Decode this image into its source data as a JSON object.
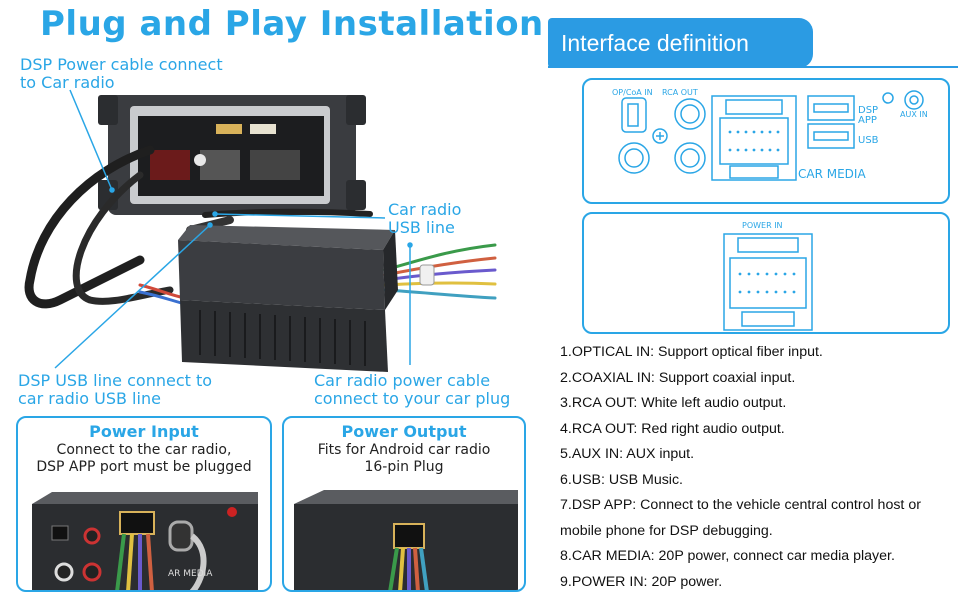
{
  "title": "Plug and Play Installation",
  "callouts": {
    "dsp_power": "DSP Power cable connect\nto Car radio",
    "usb_line": "Car radio\nUSB line",
    "dsp_usb": "DSP USB line connect to\ncar radio USB line",
    "power_cable": "Car radio power cable\nconnect to your car plug"
  },
  "power_input": {
    "title": "Power Input",
    "text": "Connect to the car radio,\nDSP APP port must be plugged"
  },
  "power_output": {
    "title": "Power Output",
    "text": "Fits for Android car radio\n16-pin Plug"
  },
  "photo_labels": {
    "media": "AR MEDIA"
  },
  "interface": {
    "heading": "Interface definition",
    "panel_top": {
      "op_coa_in": "OP/CoA IN",
      "rca_out": "RCA OUT",
      "dsp_app": "DSP\nAPP",
      "usb": "USB",
      "aux_in": "AUX IN",
      "car_media": "CAR MEDIA"
    },
    "panel_bottom": {
      "power_in": "POWER IN"
    }
  },
  "definitions": [
    "1.OPTICAL IN: Support optical fiber input.",
    "2.COAXIAL IN: Support coaxial input.",
    "3.RCA OUT: White left audio output.",
    "4.RCA OUT: Red right audio output.",
    "5.AUX IN: AUX input.",
    "6.USB: USB Music.",
    "7.DSP APP: Connect to the vehicle central control host or mobile phone for DSP debugging.",
    "8.CAR MEDIA: 20P power, connect car media player.",
    "9.POWER IN: 20P power."
  ],
  "colors": {
    "accent": "#2aa6e6",
    "tab": "#2b9be3",
    "device": "#2e3033",
    "text": "#111111"
  }
}
